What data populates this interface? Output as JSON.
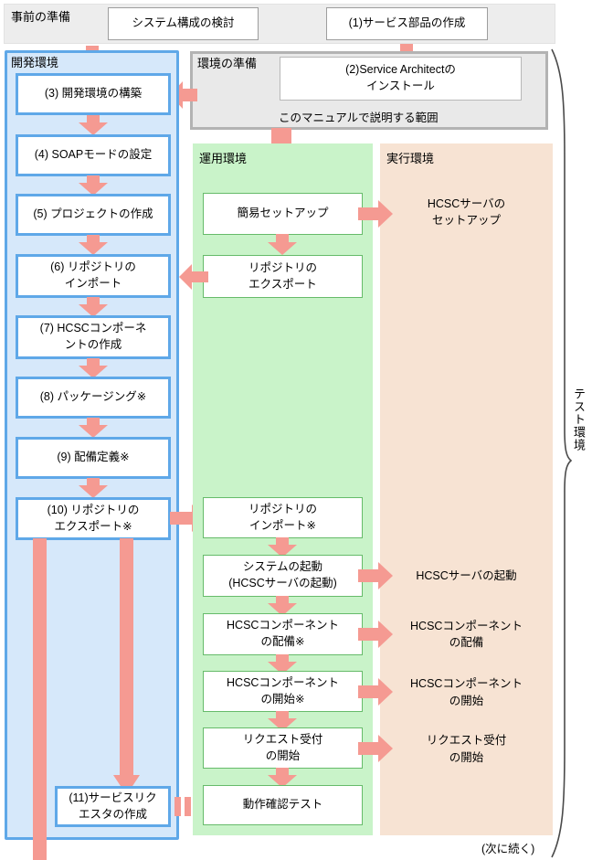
{
  "diagram": {
    "colors": {
      "arrow": "#f59a92",
      "dev_panel_bg": "#d6e8fa",
      "dev_panel_border": "#5fa8e8",
      "ops_panel_bg": "#c9f3c9",
      "ops_box_border": "#66bb6a",
      "exec_panel_bg": "#f7e3d3",
      "prep_band_bg": "#ededed",
      "env_panel_bg": "#e9e9e9",
      "env_panel_border": "#b3b3b3"
    },
    "prep_band": {
      "label": "事前の準備",
      "boxes": [
        {
          "text": "システム構成の検討"
        },
        {
          "text": "(1)サービス部品の作成"
        }
      ]
    },
    "env_prep": {
      "label": "環境の準備",
      "box": {
        "text": "(2)Service Architectの\nインストール"
      },
      "scope_note": "このマニュアルで説明する範囲"
    },
    "dev_env": {
      "label": "開発環境",
      "steps": [
        {
          "text": "(3) 開発環境の構築"
        },
        {
          "text": "(4) SOAPモードの設定"
        },
        {
          "text": "(5) プロジェクトの作成"
        },
        {
          "text": "(6) リポジトリの\nインポート"
        },
        {
          "text": "(7) HCSCコンポーネ\nントの作成"
        },
        {
          "text": "(8) パッケージング※"
        },
        {
          "text": "(9) 配備定義※"
        },
        {
          "text": "(10) リポジトリの\nエクスポート※"
        },
        {
          "text": "(11)サービスリク\nエスタの作成"
        }
      ]
    },
    "ops_env": {
      "label": "運用環境",
      "steps": [
        {
          "text": "簡易セットアップ"
        },
        {
          "text": "リポジトリの\nエクスポート"
        },
        {
          "text": "リポジトリの\nインポート※"
        },
        {
          "text": "システムの起動\n(HCSCサーバの起動)"
        },
        {
          "text": "HCSCコンポーネント\nの配備※"
        },
        {
          "text": "HCSCコンポーネント\nの開始※"
        },
        {
          "text": "リクエスト受付\nの開始"
        },
        {
          "text": "動作確認テスト"
        }
      ]
    },
    "exec_env": {
      "label": "実行環境",
      "steps": [
        {
          "text": "HCSCサーバの\nセットアップ"
        },
        {
          "text": "HCSCサーバの起動"
        },
        {
          "text": "HCSCコンポーネント\nの配備"
        },
        {
          "text": "HCSCコンポーネント\nの開始"
        },
        {
          "text": "リクエスト受付\nの開始"
        }
      ]
    },
    "test_env_bracket": {
      "label": "テスト環境"
    },
    "continuation_note": "(次に続く)"
  }
}
